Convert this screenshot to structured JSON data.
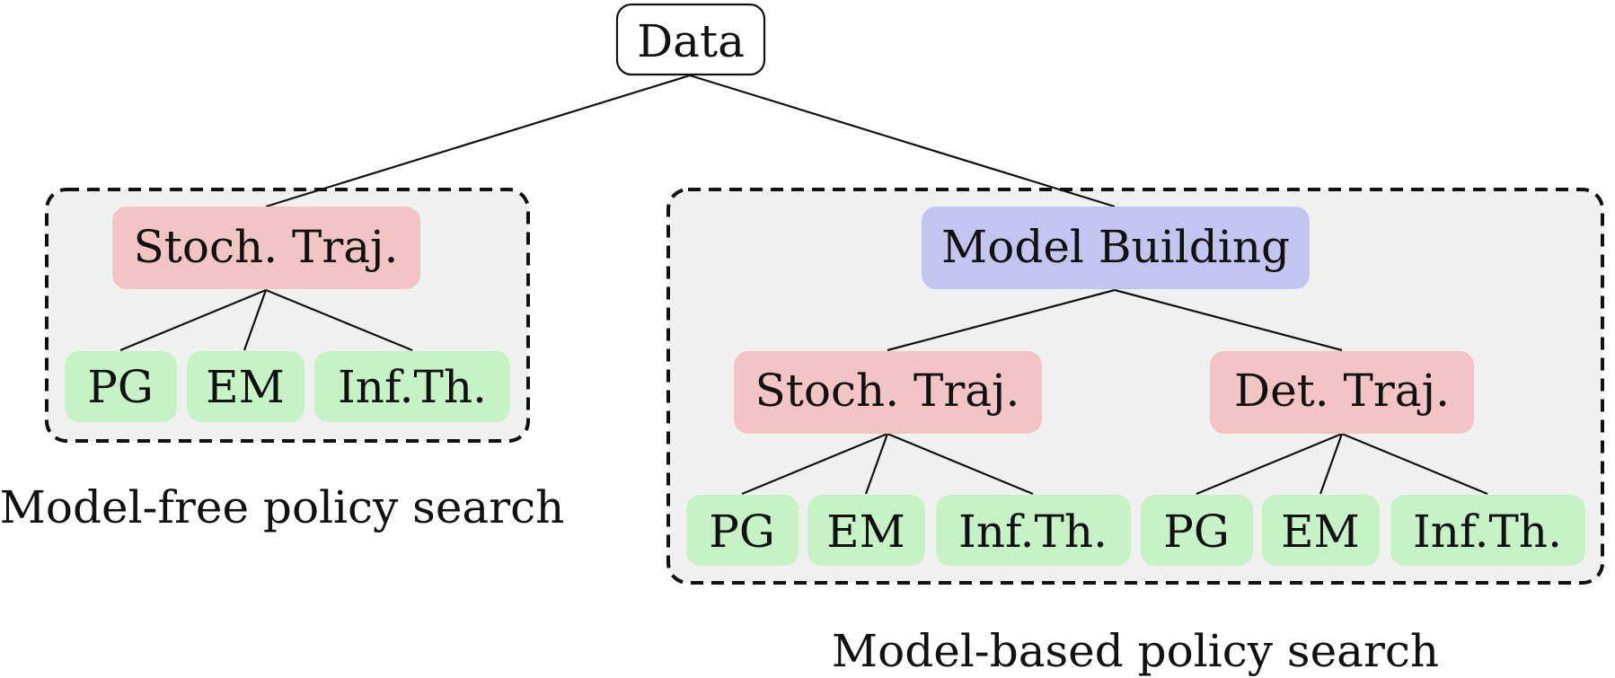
{
  "colors": {
    "root_fill": "#ffffff",
    "root_stroke": "#111111",
    "trajectory_fill": "#f2c4c4",
    "model_fill": "#c4c4f0",
    "method_fill": "#c6f2c6",
    "group_fill": "#f0f0f0",
    "group_stroke": "#111111",
    "line": "#111111"
  },
  "root": {
    "label": "Data"
  },
  "model_free": {
    "caption": "Model-free policy search",
    "trajectory": {
      "label": "Stoch. Traj.",
      "methods": [
        "PG",
        "EM",
        "Inf.Th."
      ]
    }
  },
  "model_based": {
    "caption": "Model-based policy search",
    "model_building": {
      "label": "Model Building"
    },
    "trajectories": [
      {
        "label": "Stoch. Traj.",
        "methods": [
          "PG",
          "EM",
          "Inf.Th."
        ]
      },
      {
        "label": "Det. Traj.",
        "methods": [
          "PG",
          "EM",
          "Inf.Th."
        ]
      }
    ]
  }
}
